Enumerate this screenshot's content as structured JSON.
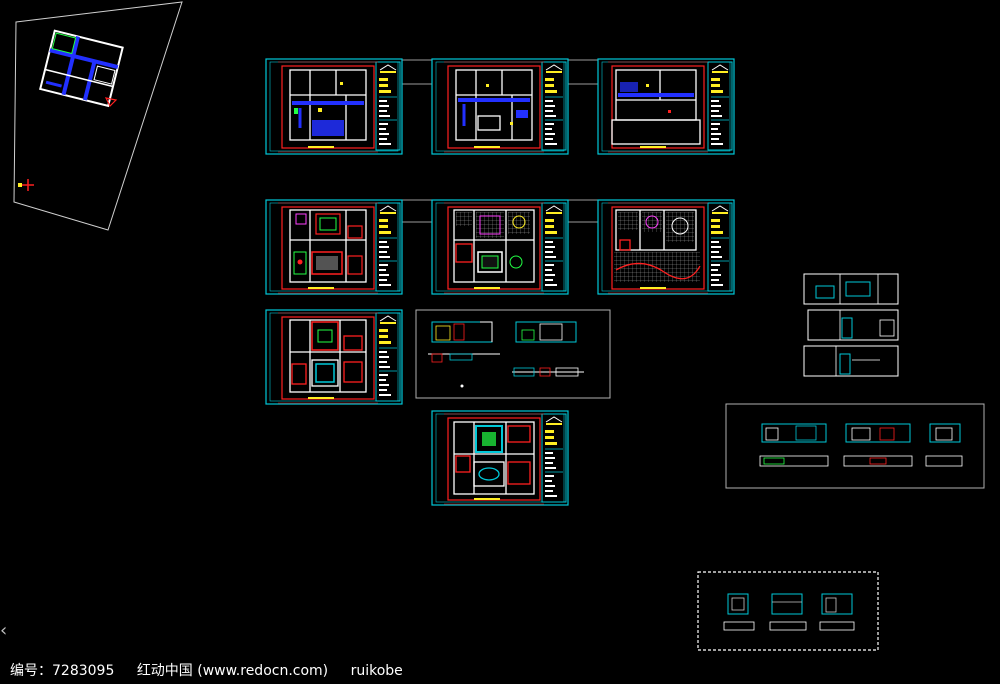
{
  "app": {
    "background": "#000000"
  },
  "watermark": {
    "id_label": "编号：7283095",
    "site": "红动中国 (www.redocn.com)",
    "author": "ruikobe"
  },
  "colors": {
    "frame": "#00c8d8",
    "wall": "#ffffff",
    "red": "#ff2020",
    "blue": "#2230ff",
    "green": "#22ff44",
    "yellow": "#ffee22",
    "magenta": "#ff40ff",
    "gray": "#c8c8c8"
  },
  "icons": {
    "nav_left": "chevron-left-icon",
    "ucs": "crosshair-icon"
  }
}
